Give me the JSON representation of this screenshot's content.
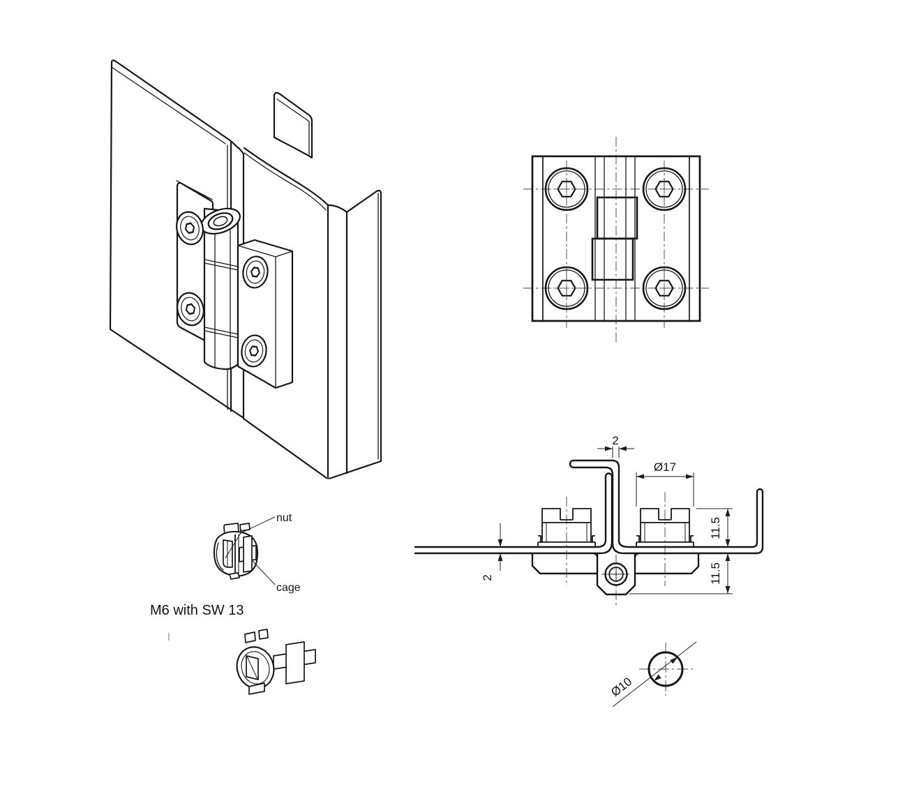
{
  "drawing": {
    "labels": {
      "nut": "nut",
      "cage": "cage",
      "spec": "M6 with SW 13"
    },
    "dimensions": {
      "frame_sheet_thickness": "2",
      "cage_outer_diameter": "Ø17",
      "cage_height_above_sheet": "11.5",
      "knuckle_depth_below_sheet": "11.5",
      "door_sheet_thickness": "2",
      "pin_diameter": "Ø10"
    },
    "views": {
      "isometric": "hinge mounted on panels (isometric)",
      "front": "hinge front view",
      "nut_labeled": "cage nut (labeled)",
      "nut_iso": "cage nut (isometric)",
      "section": "hinge cross-section",
      "pin_detail": "hinge pin detail"
    },
    "colors": {
      "line": "#161616",
      "centerline": "#4a4a4a",
      "background": "#ffffff"
    }
  }
}
